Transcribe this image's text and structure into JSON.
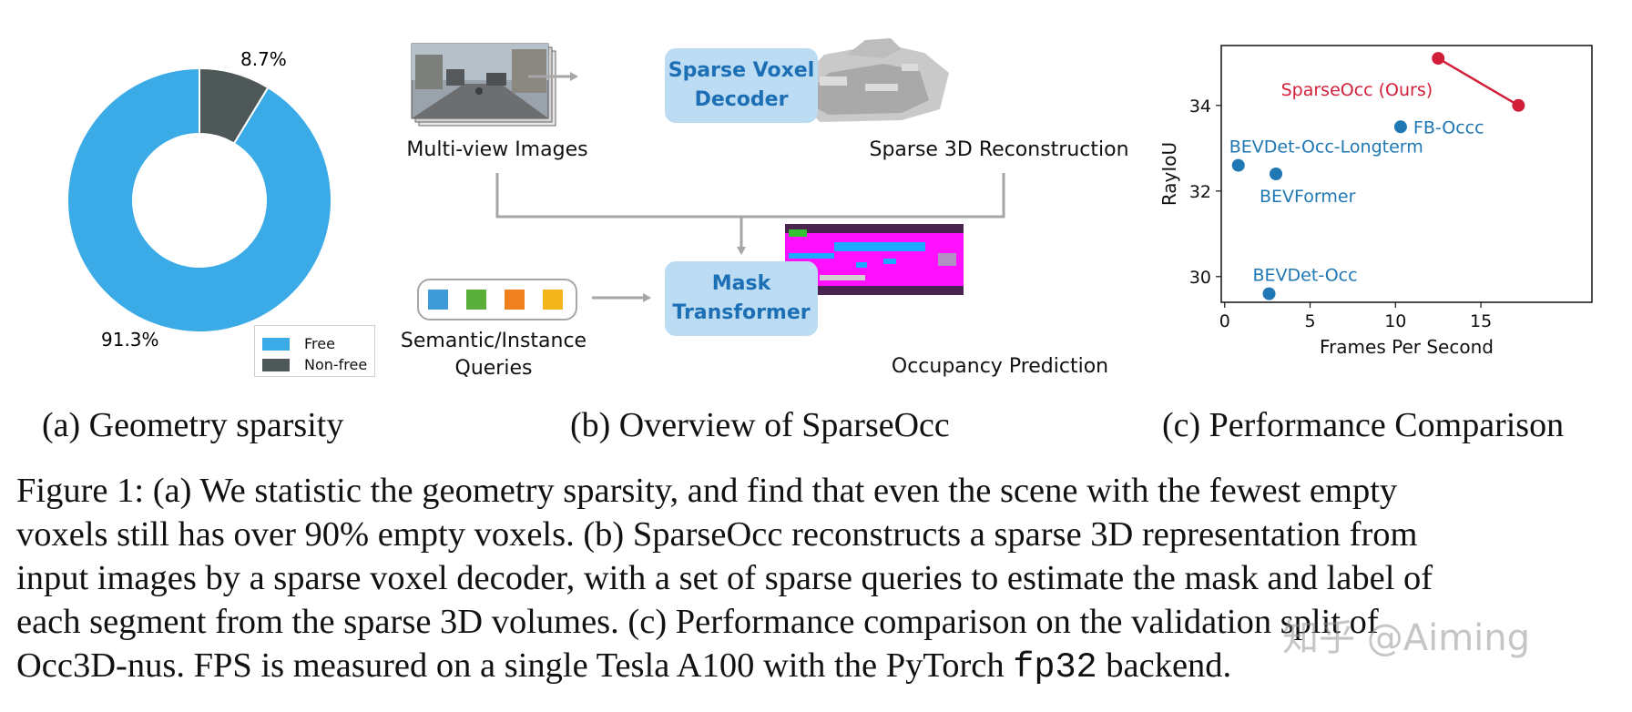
{
  "panel_a": {
    "caption": "(a) Geometry sparsity",
    "labels": {
      "free_pct": "91.3%",
      "nonfree_pct": "8.7%"
    },
    "legend": [
      {
        "label": "Free",
        "color": "#3aabe6"
      },
      {
        "label": "Non-free",
        "color": "#4e5858"
      }
    ]
  },
  "panel_b": {
    "caption": "(b) Overview of SparseOcc",
    "decoder_line1": "Sparse Voxel",
    "decoder_line2": "Decoder",
    "mask_line1": "Mask",
    "mask_line2": "Transformer",
    "images_label": "Multi-view Images",
    "recon_label": "Sparse 3D Reconstruction",
    "queries_line1": "Semantic/Instance",
    "queries_line2": "Queries",
    "pred_label": "Occupancy Prediction",
    "query_colors": [
      "#3f9bd8",
      "#5aae3a",
      "#f07f1e",
      "#f3b51b"
    ],
    "box_color": "#bcdcf4",
    "arrow_color": "#a6a6a6"
  },
  "panel_c": {
    "caption": "(c) Performance Comparison"
  },
  "chart_data": [
    {
      "type": "pie",
      "categories": [
        "Free",
        "Non-free"
      ],
      "values": [
        91.3,
        8.7
      ],
      "colors": [
        "#3aabe6",
        "#4e5858"
      ],
      "donut": true,
      "legend_position": "bottom-right"
    },
    {
      "type": "scatter",
      "xlabel": "Frames Per Second",
      "ylabel": "RayIoU",
      "xlim": [
        -0.2,
        21.5
      ],
      "ylim": [
        29.4,
        35.4
      ],
      "xticks": [
        0,
        5,
        10,
        15
      ],
      "yticks": [
        30,
        32,
        34
      ],
      "grid": false,
      "series": [
        {
          "name": "SparseOcc (Ours)",
          "color": "#d11f3a",
          "connected": true,
          "points": [
            [
              12.5,
              35.1
            ],
            [
              17.2,
              34.0
            ]
          ]
        },
        {
          "name": "FB-Occc",
          "color": "#1f77b4",
          "points": [
            [
              10.3,
              33.5
            ]
          ]
        },
        {
          "name": "BEVDet-Occ-Longterm",
          "color": "#1f77b4",
          "points": [
            [
              0.8,
              32.6
            ]
          ]
        },
        {
          "name": "BEVFormer",
          "color": "#1f77b4",
          "points": [
            [
              3.0,
              32.4
            ]
          ]
        },
        {
          "name": "BEVDet-Occ",
          "color": "#1f77b4",
          "points": [
            [
              2.6,
              29.6
            ]
          ]
        }
      ]
    }
  ],
  "caption": {
    "line1": "Figure 1: (a) We statistic the geometry sparsity, and find that even the scene with the fewest empty",
    "line2": "voxels still has over 90% empty voxels. (b) SparseOcc reconstructs a sparse 3D representation from",
    "line3": "input images by a sparse voxel decoder, with a set of sparse queries to estimate the mask and label of",
    "line4": "each segment from the sparse 3D volumes. (c) Performance comparison on the validation split of",
    "line5_pre": "Occ3D-nus. FPS is measured on a single Tesla A100 with the PyTorch ",
    "line5_code": "fp32",
    "line5_post": " backend."
  },
  "watermark": "知乎 @Aiming"
}
